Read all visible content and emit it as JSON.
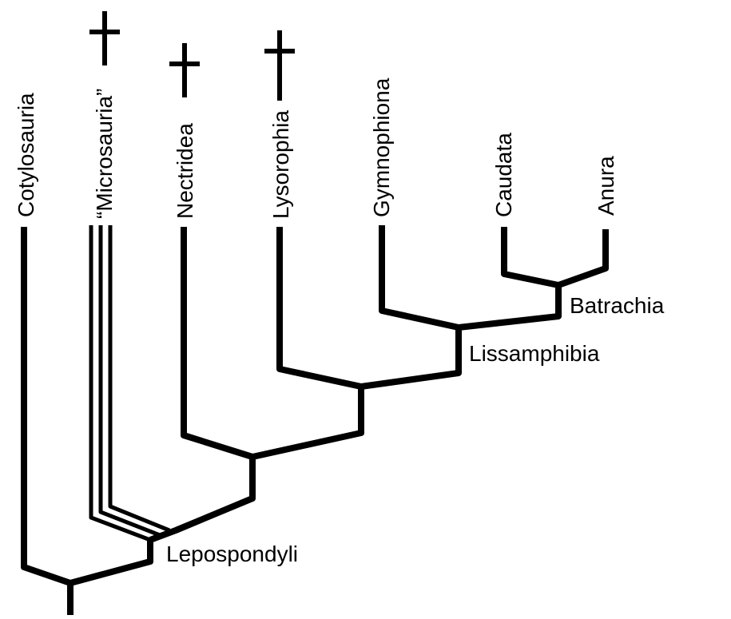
{
  "taxa": {
    "cotylosauria": "Cotylosauria",
    "microsauria": "“Microsauria”",
    "nectridea": "Nectridea",
    "lysorophia": "Lysorophia",
    "gymnophiona": "Gymnophiona",
    "caudata": "Caudata",
    "anura": "Anura"
  },
  "clades": {
    "batrachia": "Batrachia",
    "lissamphibia": "Lissamphibia",
    "lepospondyli": "Lepospondyli"
  },
  "extinct_marker": "†",
  "extinct_taxa": [
    "microsauria",
    "nectridea",
    "lysorophia"
  ]
}
